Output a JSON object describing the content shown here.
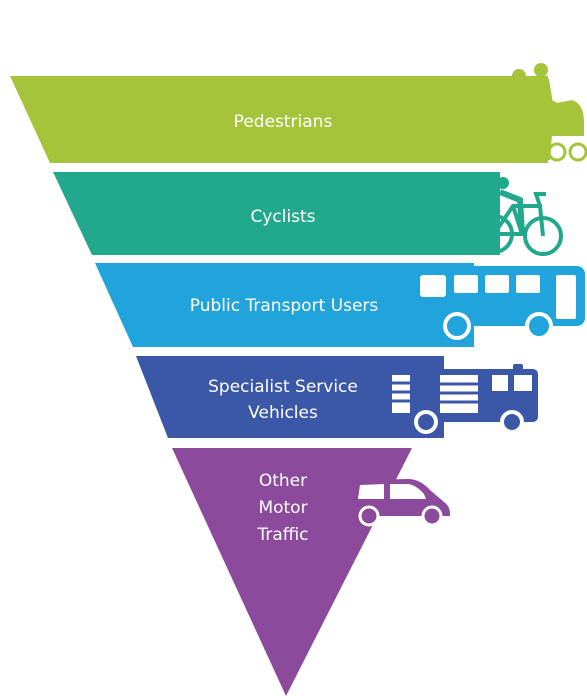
{
  "hierarchy": {
    "tiers": [
      {
        "lines": [
          "Pedestrians"
        ],
        "color": "#a6c43a",
        "icon": "pedestrians-icon"
      },
      {
        "lines": [
          "Cyclists"
        ],
        "color": "#22a98d",
        "icon": "cyclist-icon"
      },
      {
        "lines": [
          "Public Transport Users"
        ],
        "color": "#21a3dc",
        "icon": "bus-icon"
      },
      {
        "lines": [
          "Specialist Service",
          "Vehicles"
        ],
        "color": "#3b57a7",
        "icon": "service-vehicle-icon"
      },
      {
        "lines": [
          "Other",
          "Motor",
          "Traffic"
        ],
        "color": "#8c4a9c",
        "icon": "car-icon"
      }
    ]
  }
}
